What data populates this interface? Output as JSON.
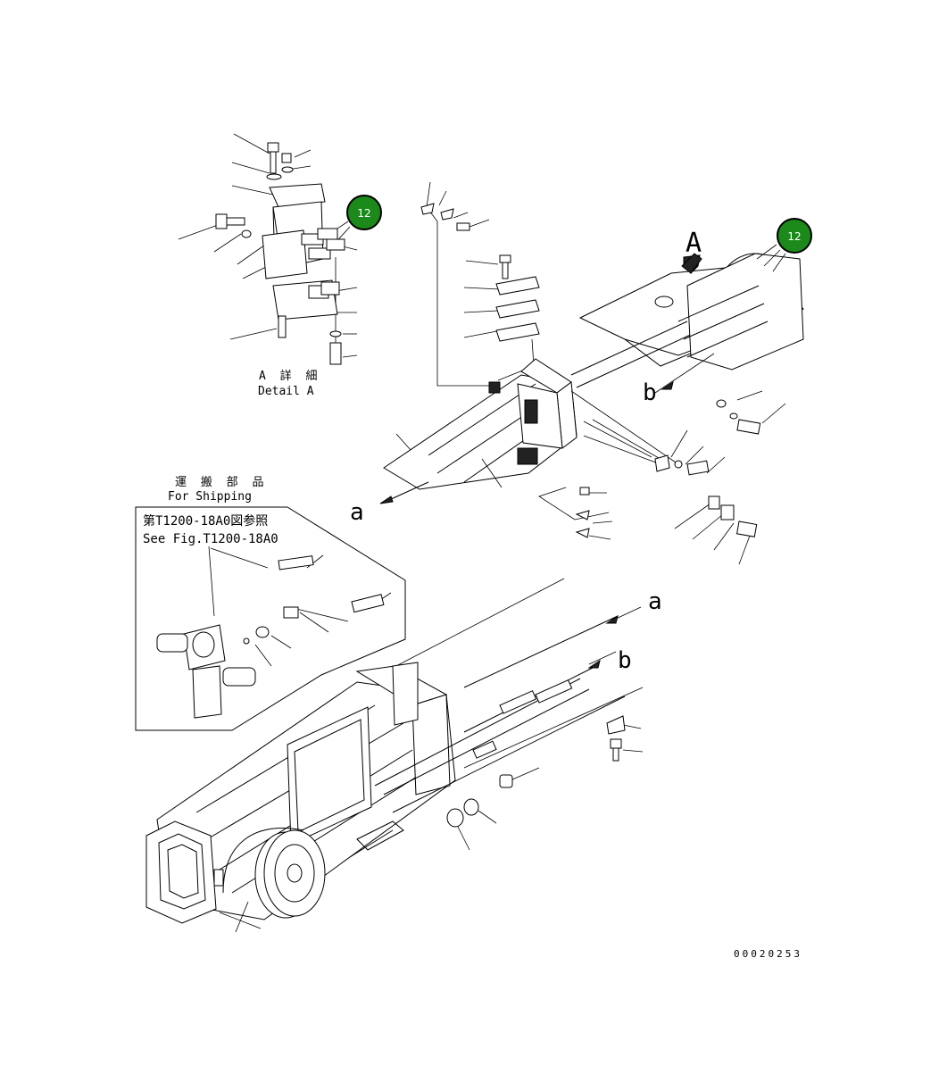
{
  "detail_a": {
    "title_jp": "A 詳 細",
    "title_en": "Detail A"
  },
  "shipping": {
    "title_jp": "運 搬 部 品",
    "title_en": "For Shipping",
    "ref_jp": "第T1200-18A0図参照",
    "ref_en": "See Fig.T1200-18A0"
  },
  "labels": {
    "A": "A",
    "a_upper": "a",
    "b_upper": "b",
    "a_lower": "a",
    "b_lower": "b"
  },
  "callouts": [
    {
      "number": "12"
    },
    {
      "number": "12"
    }
  ],
  "drawing_id": "00020253",
  "colors": {
    "callout": "#1b8a1b",
    "callout_border": "#000000",
    "line": "#000000"
  }
}
